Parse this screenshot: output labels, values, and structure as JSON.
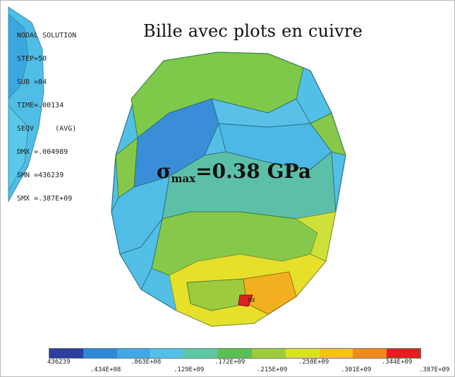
{
  "title": "Bille avec plots en cuivre",
  "annotation": {
    "sigma": "σ",
    "sub": "max",
    "value": "=0.38 GPa"
  },
  "max_marker": "MX",
  "nodal_info": [
    "NODAL SOLUTION",
    "STEP=50",
    "SUB =84",
    "TIME=.00134",
    "SEQV     (AVG)",
    "DMX =.004989",
    "SMN =436239",
    "SMX =.387E+09"
  ],
  "legend": {
    "colors": [
      "#2a3fa0",
      "#2f86d6",
      "#3fa8e4",
      "#52c0e6",
      "#5cc7a0",
      "#5cbf55",
      "#9ccc3e",
      "#d9e02a",
      "#f2c020",
      "#f08a1e",
      "#e02020"
    ],
    "labels_top": [
      "436239",
      ".863E+08",
      ".172E+09",
      ".258E+09",
      ".344E+09"
    ],
    "labels_bottom": [
      ".434E+08",
      ".129E+09",
      ".215E+09",
      ".301E+09",
      ".387E+09"
    ]
  }
}
